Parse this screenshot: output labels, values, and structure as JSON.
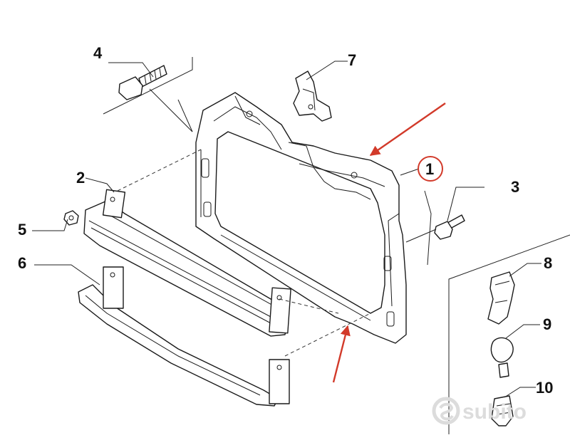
{
  "callouts": [
    "4",
    "7",
    "2",
    "1",
    "3",
    "5",
    "6",
    "8",
    "9",
    "10"
  ],
  "watermark": {
    "text": "subito",
    "icon": "subito-logo-icon"
  },
  "colors": {
    "highlight": "#d23a2a",
    "ink": "#1a1a1a",
    "watermark": "#dcdcdc"
  }
}
